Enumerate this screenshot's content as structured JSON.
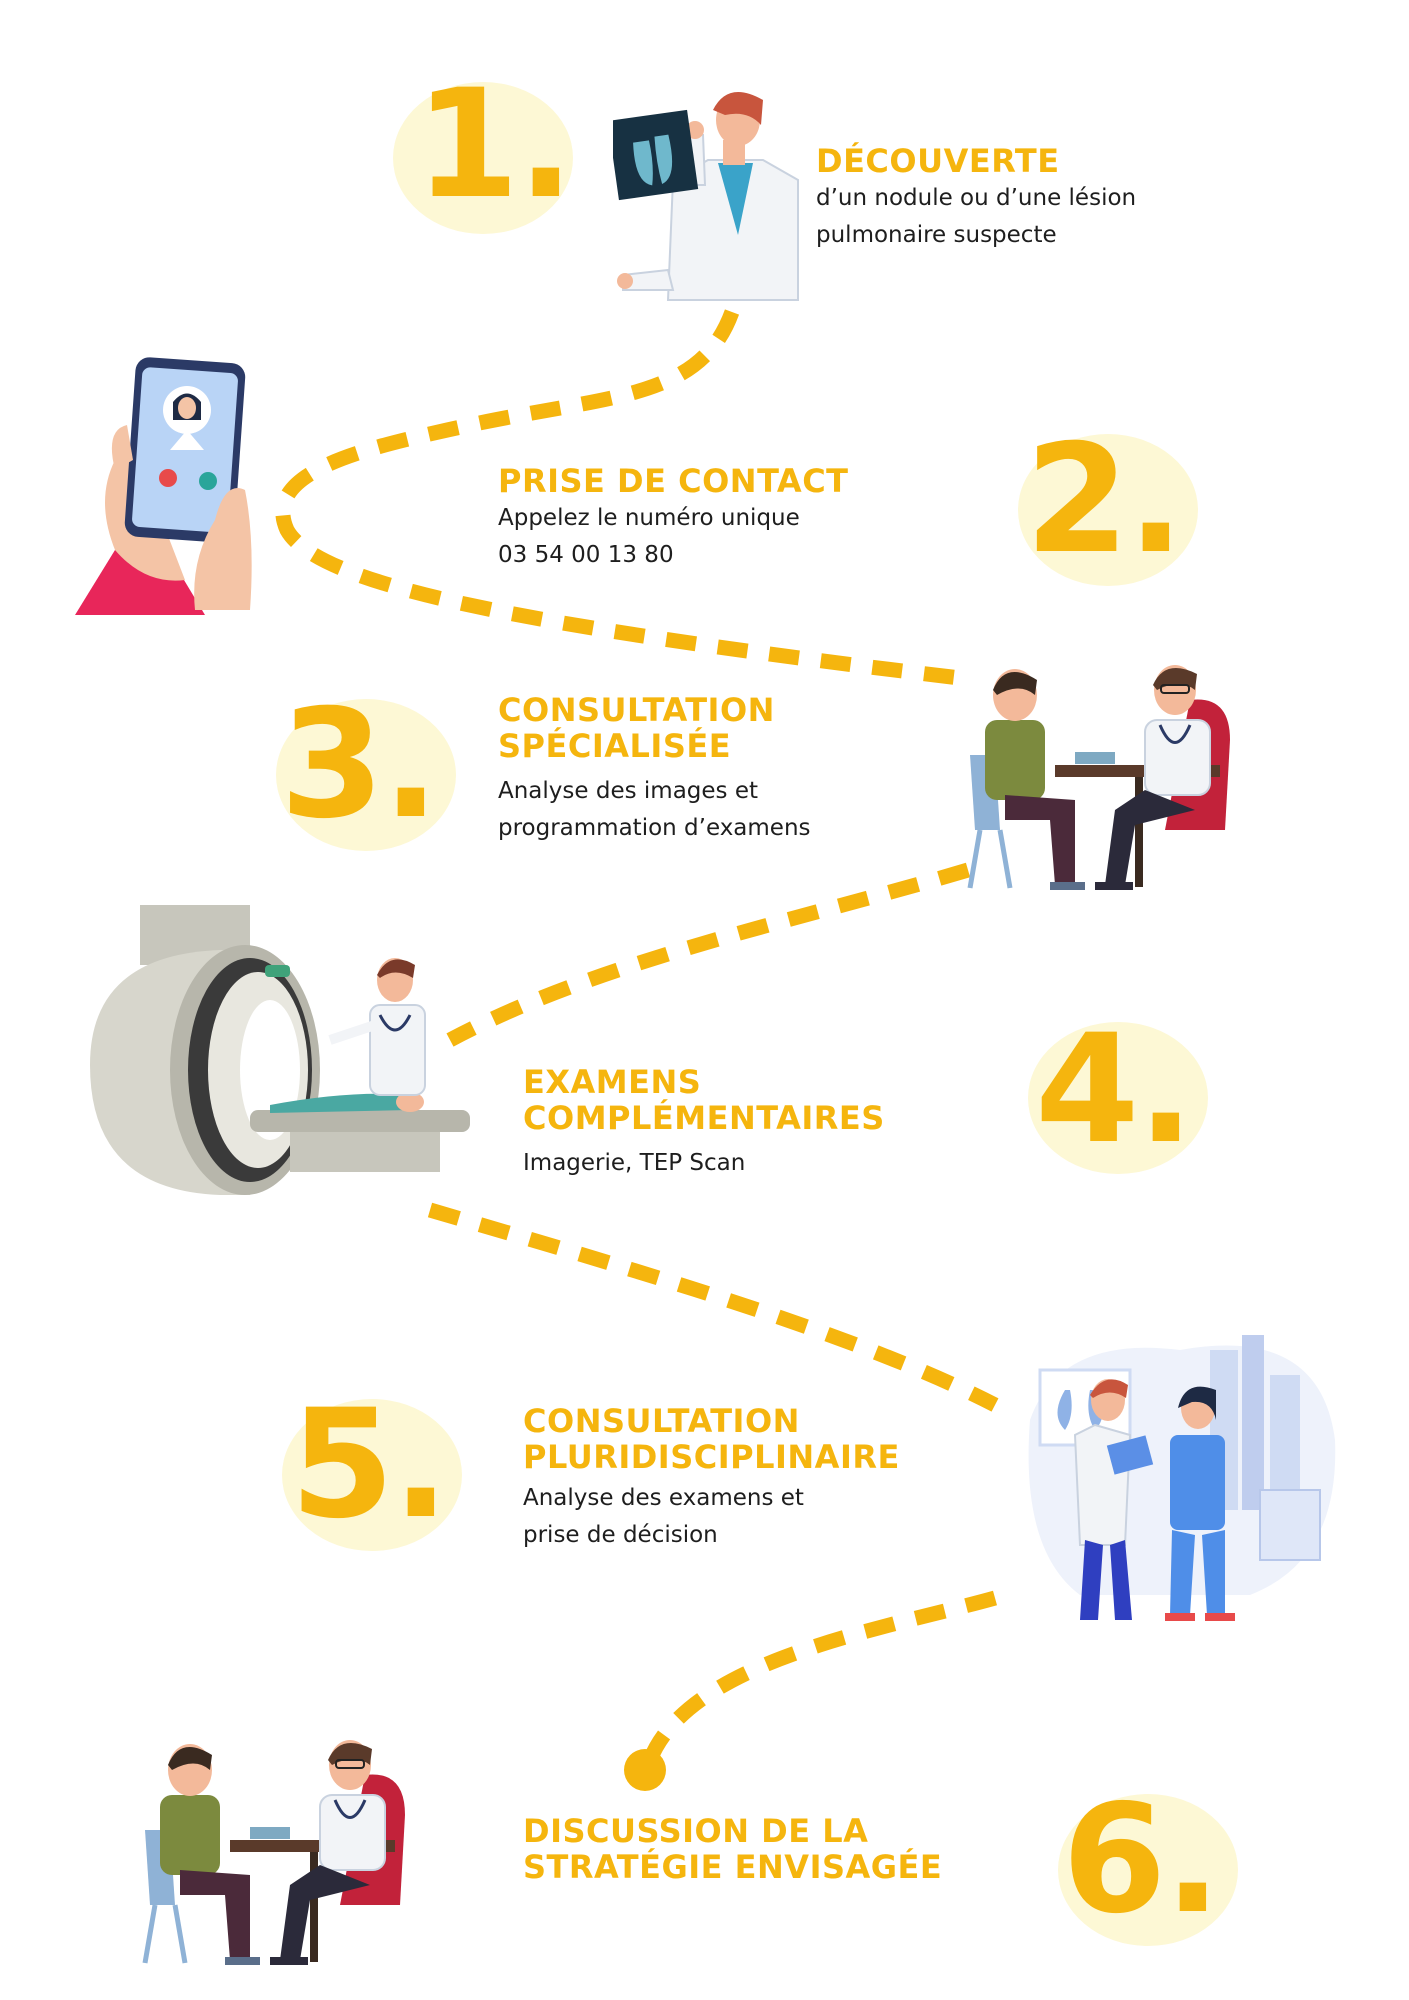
{
  "colors": {
    "accent": "#f5b50e",
    "blob": "#fdf8d5",
    "text": "#1e1e1e"
  },
  "steps": [
    {
      "number": "1.",
      "title": [
        "DÉCOUVERTE"
      ],
      "description": [
        "d’un nodule ou d’une lésion",
        "pulmonaire suspecte"
      ],
      "icon": "doctor-xray-icon"
    },
    {
      "number": "2.",
      "title": [
        "PRISE DE CONTACT"
      ],
      "description": [
        "Appelez le numéro unique",
        "03 54 00 13 80"
      ],
      "icon": "phone-call-icon"
    },
    {
      "number": "3.",
      "title": [
        "CONSULTATION",
        "SPÉCIALISÉE"
      ],
      "description": [
        "Analyse des images et",
        "programmation d’examens"
      ],
      "icon": "consultation-icon"
    },
    {
      "number": "4.",
      "title": [
        "EXAMENS",
        "COMPLÉMENTAIRES"
      ],
      "description": [
        "Imagerie, TEP Scan"
      ],
      "icon": "mri-scanner-icon"
    },
    {
      "number": "5.",
      "title": [
        "CONSULTATION",
        "PLURIDISCIPLINAIRE"
      ],
      "description": [
        "Analyse des examens et",
        "prise de décision"
      ],
      "icon": "medical-team-icon"
    },
    {
      "number": "6.",
      "title": [
        "DISCUSSION DE LA",
        "STRATÉGIE ENVISAGÉE"
      ],
      "description": [],
      "icon": "consultation-icon"
    }
  ]
}
